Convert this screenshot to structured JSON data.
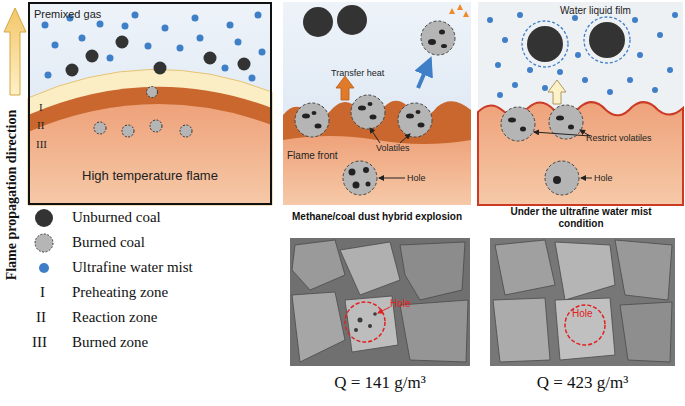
{
  "diagram": {
    "nodes": [
      {
        "text": [
          "Premixed gas",
          "I",
          "II",
          "III",
          "High temperature flame"
        ]
      },
      {
        "text": [
          "Transfer heat",
          "Volatiles",
          "Flame front",
          "Hole"
        ]
      },
      {
        "text": [
          "Water liquid film",
          "Restrict volatiles",
          "Hole"
        ]
      }
    ],
    "labels": [
      "Flame propagation direction",
      "Methane/coal dust hybrid explosion",
      "Under the ultrafine water mist condition",
      "Hole",
      "Hole",
      "Q = 141 g/m³",
      "Q = 423 g/m³",
      "I",
      "II",
      "III"
    ],
    "legend": [
      {
        "text": "Unburned coal",
        "color": "#333333"
      },
      {
        "text": "Burned coal"
      },
      {
        "text": "Ultrafine water mist",
        "color": "#3f7fc8"
      },
      {
        "text": "Preheating zone"
      },
      {
        "text": "Reaction zone"
      },
      {
        "text": "Burned zone"
      }
    ]
  }
}
